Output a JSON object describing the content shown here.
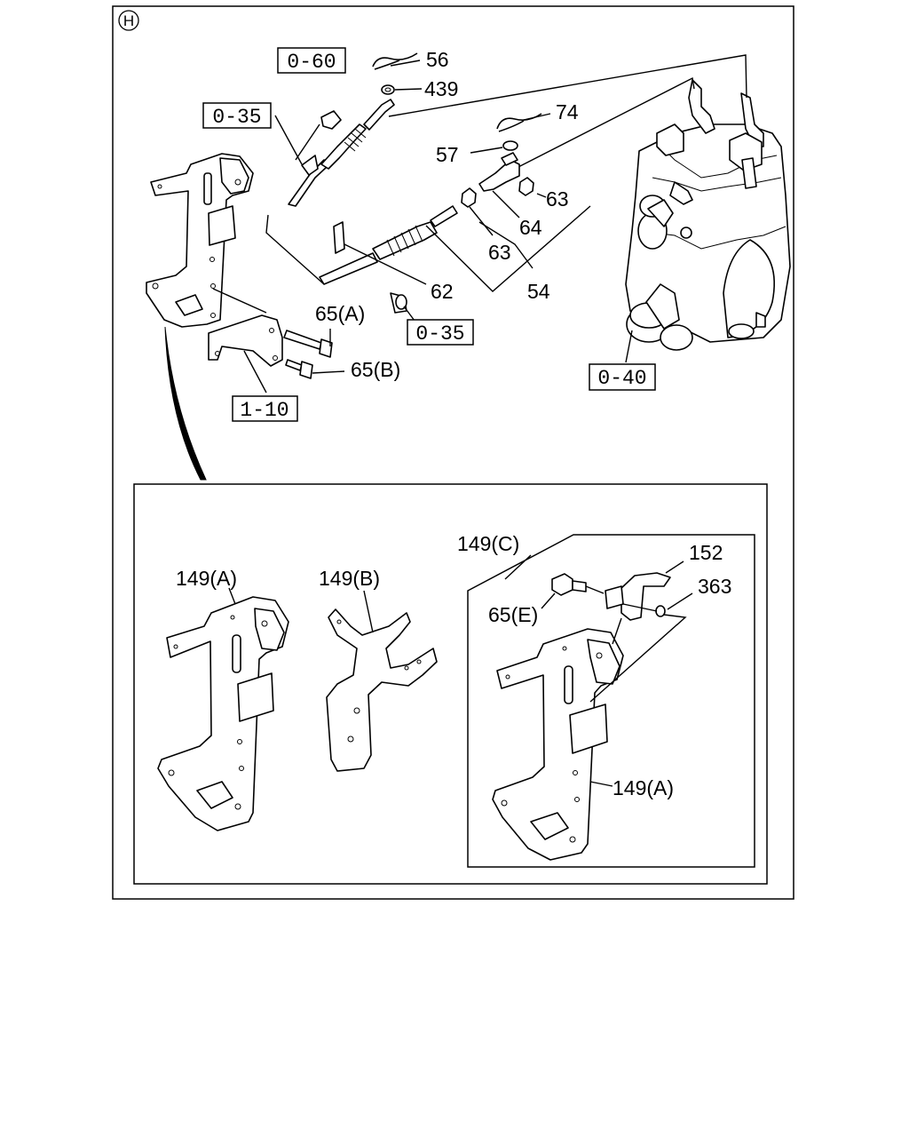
{
  "diagram": {
    "section_marker": "H",
    "ref_boxes": {
      "ref_060": "0-60",
      "ref_035_top": "0-35",
      "ref_035_mid": "0-35",
      "ref_040": "0-40",
      "ref_110": "1-10"
    },
    "callouts": {
      "c56": "56",
      "c439": "439",
      "c74": "74",
      "c57": "57",
      "c63a": "63",
      "c64": "64",
      "c63b": "63",
      "c54": "54",
      "c62": "62",
      "c65a": "65(A)",
      "c65b": "65(B)"
    },
    "detail": {
      "c149a": "149(A)",
      "c149b": "149(B)",
      "c149c": "149(C)",
      "c152": "152",
      "c363": "363",
      "c65e": "65(E)",
      "c149a_2": "149(A)"
    }
  }
}
